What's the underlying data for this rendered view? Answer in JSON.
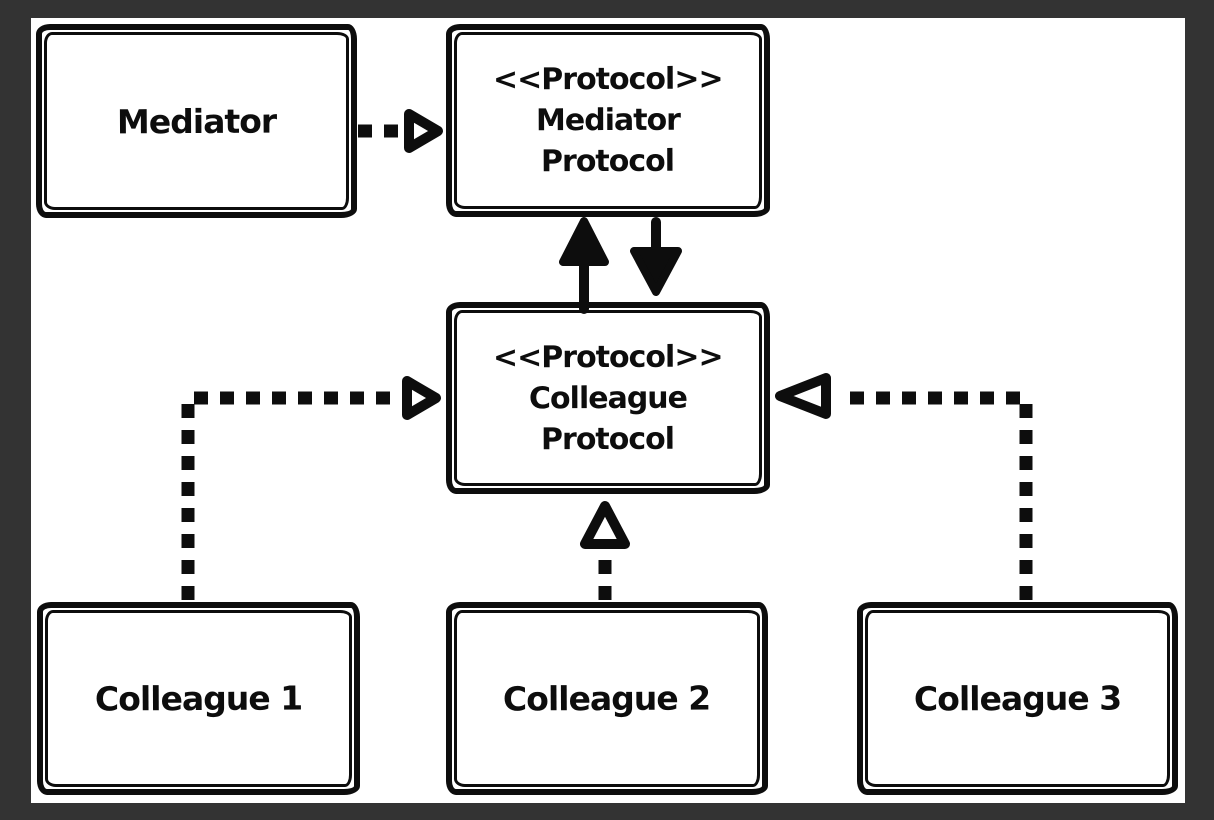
{
  "canvas": {
    "background": "#ffffff",
    "frame_color": "#333333",
    "ink_color": "#0d0d0d",
    "style": "hand-drawn sketch UML"
  },
  "nodes": {
    "mediator": {
      "label": "Mediator"
    },
    "mediator_protocol": {
      "stereotype": "<<Protocol>>",
      "line1": "Mediator",
      "line2": "Protocol"
    },
    "colleague_protocol": {
      "stereotype": "<<Protocol>>",
      "line1": "Colleague",
      "line2": "Protocol"
    },
    "colleague_1": {
      "label": "Colleague 1"
    },
    "colleague_2": {
      "label": "Colleague 2"
    },
    "colleague_3": {
      "label": "Colleague 3"
    }
  },
  "edges": [
    {
      "from": "Mediator",
      "to": "Mediator Protocol",
      "line": "dashed",
      "arrowhead": "open-triangle",
      "meaning": "conforms-to"
    },
    {
      "from": "Colleague Protocol",
      "to": "Mediator Protocol",
      "line": "solid",
      "arrowhead": "filled",
      "meaning": "reference"
    },
    {
      "from": "Mediator Protocol",
      "to": "Colleague Protocol",
      "line": "solid",
      "arrowhead": "filled",
      "meaning": "reference"
    },
    {
      "from": "Colleague 1",
      "to": "Colleague Protocol",
      "line": "dashed",
      "arrowhead": "open-triangle",
      "meaning": "conforms-to"
    },
    {
      "from": "Colleague 2",
      "to": "Colleague Protocol",
      "line": "dashed",
      "arrowhead": "open-triangle",
      "meaning": "conforms-to"
    },
    {
      "from": "Colleague 3",
      "to": "Colleague Protocol",
      "line": "dashed",
      "arrowhead": "open-triangle",
      "meaning": "conforms-to"
    }
  ]
}
